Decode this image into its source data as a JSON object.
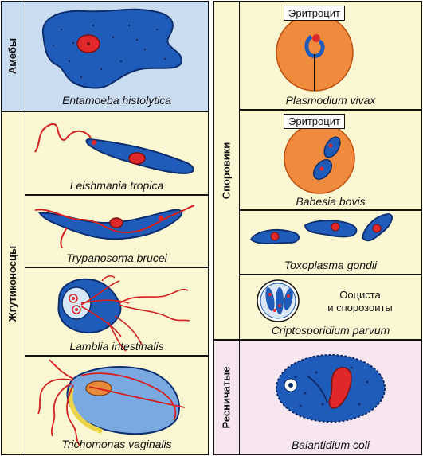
{
  "groups": {
    "amoebae": "Амебы",
    "flagellates": "Жгутиконосцы",
    "sporozoa": "Споровики",
    "ciliates": "Ресничатые"
  },
  "organisms": {
    "entamoeba": "Entamoeba histolytica",
    "leishmania": "Leishmania tropica",
    "trypanosoma": "Trypanosoma brucei",
    "lamblia": "Lamblia intestinalis",
    "trichomonas": "Trichomonas vaginalis",
    "plasmodium": "Plasmodium vivax",
    "babesia": "Babesia bovis",
    "toxoplasma": "Toxoplasma gondii",
    "cryptosporidium": "Criptosporidium parvum",
    "balantidium": "Balantidium coli"
  },
  "labels": {
    "erythrocyte_1": "Эритроцит",
    "erythrocyte_2": "Эритроцит",
    "oocyst_line1": "Ооциста",
    "oocyst_line2": "и спорозоиты"
  },
  "colors": {
    "amoeba_bg": "#c9dcf0",
    "flagellate_bg": "#fbf7d2",
    "sporozoa_bg": "#fbf7d2",
    "ciliate_bg": "#f7e6f0",
    "cell_blue": "#1f5bb8",
    "nucleus_red": "#e0282a",
    "erythrocyte_orange": "#f08a3c"
  }
}
